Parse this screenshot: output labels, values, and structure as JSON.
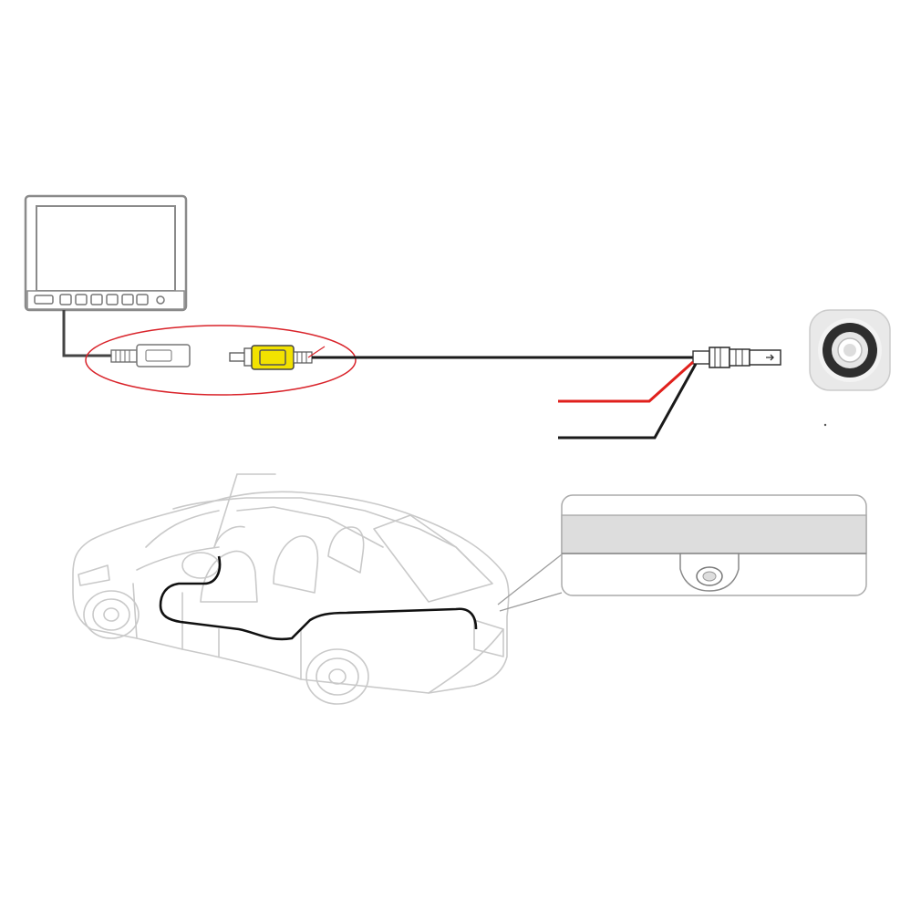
{
  "diagram": {
    "components": [
      {
        "id": "monitor",
        "icon": "monitor-icon"
      },
      {
        "id": "camera",
        "icon": "camera-icon"
      },
      {
        "id": "car",
        "icon": "car-icon"
      },
      {
        "id": "mount-detail",
        "icon": "mounted-camera-icon"
      }
    ],
    "wires": [
      {
        "id": "video-cable",
        "color": "#1a1a1a"
      },
      {
        "id": "power-positive",
        "color": "#e0201c"
      },
      {
        "id": "power-negative",
        "color": "#1a1a1a"
      },
      {
        "id": "route-in-car",
        "color": "#111111"
      }
    ],
    "highlight": {
      "color": "#d9232a",
      "target": "rca-connection"
    },
    "rca_plug_color": "#f2e200",
    "text_labels": []
  }
}
